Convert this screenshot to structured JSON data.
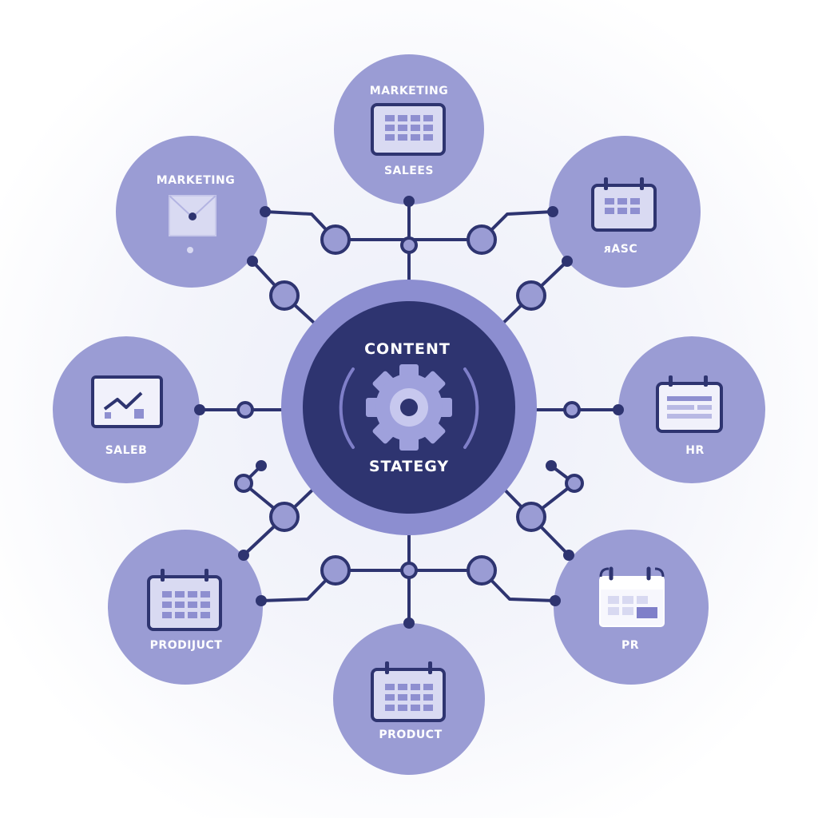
{
  "center": {
    "top_label": "CONTENT",
    "bottom_label": "STATEGY",
    "icon": "gear-icon"
  },
  "nodes": [
    {
      "id": "top",
      "label": "MARKETING",
      "sublabel": "SALEES",
      "icon": "calendar-grid-icon"
    },
    {
      "id": "upper-left",
      "label": "MARKETING",
      "icon": "envelope-icon"
    },
    {
      "id": "upper-right",
      "label": "ᴙASC",
      "icon": "calendar-icon"
    },
    {
      "id": "left",
      "label": "SALEB",
      "icon": "trend-chart-icon"
    },
    {
      "id": "right",
      "label": "HR",
      "icon": "calendar-list-icon"
    },
    {
      "id": "lower-left",
      "label": "PRODIJUCT",
      "icon": "calendar-icon"
    },
    {
      "id": "lower-right",
      "label": "PR",
      "icon": "calendar-icon"
    },
    {
      "id": "bottom",
      "label": "PRODUCT",
      "icon": "calendar-icon"
    }
  ],
  "colors": {
    "node_fill": "#9a9cd4",
    "center_ring": "#8c8ed0",
    "center_core": "#2e3470",
    "line": "#2e3470",
    "label_light": "#ffffff",
    "icon_frame": "#2e3470",
    "icon_fill": "#d9daf2",
    "icon_accent": "#7f7fc9"
  }
}
